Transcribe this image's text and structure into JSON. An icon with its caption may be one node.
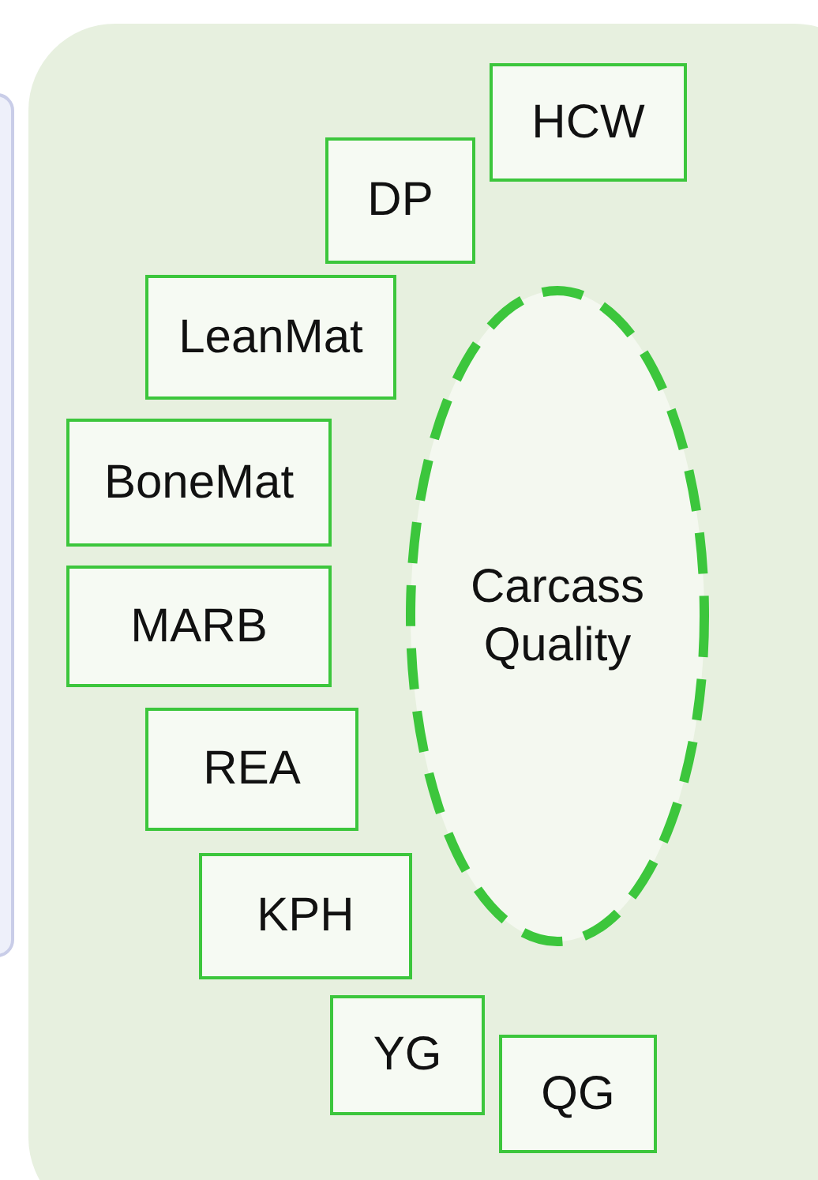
{
  "diagram": {
    "nodes": [
      {
        "text": [
          "HCW"
        ]
      },
      {
        "text": [
          "DP"
        ]
      },
      {
        "text": [
          "LeanMat"
        ]
      },
      {
        "text": [
          "BoneMat"
        ]
      },
      {
        "text": [
          "MARB"
        ]
      },
      {
        "text": [
          "REA"
        ]
      },
      {
        "text": [
          "KPH"
        ]
      },
      {
        "text": [
          "YG"
        ]
      },
      {
        "text": [
          "QG"
        ]
      },
      {
        "text": [
          "Carcass Quality"
        ]
      }
    ]
  }
}
